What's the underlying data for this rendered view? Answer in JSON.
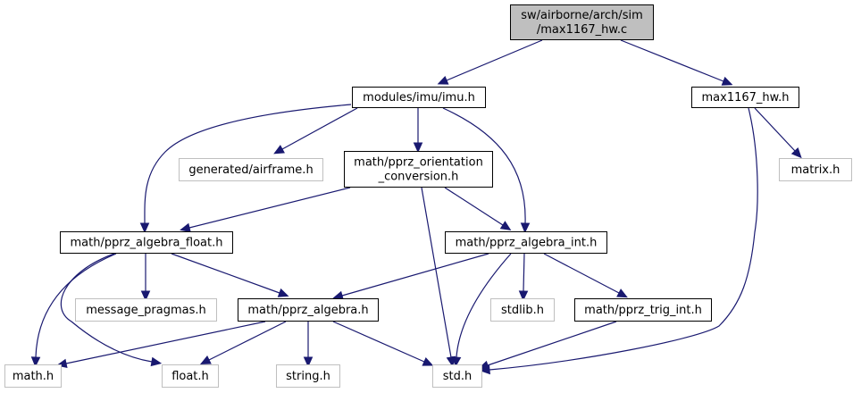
{
  "title": "sw/airborne/arch/sim/max1167_hw.c include dependency graph",
  "colors": {
    "edge": "#191970",
    "root_fill": "#bfbfbf",
    "node_border_documented": "#000000",
    "node_border_external": "#bfbfbf",
    "node_fill": "#ffffff"
  },
  "nodes": [
    {
      "id": "root",
      "lines": [
        "sw/airborne/arch/sim",
        "/max1167_hw.c"
      ],
      "kind": "root"
    },
    {
      "id": "imu",
      "lines": [
        "modules/imu/imu.h"
      ],
      "kind": "documented"
    },
    {
      "id": "max1167_hw_h",
      "lines": [
        "max1167_hw.h"
      ],
      "kind": "documented"
    },
    {
      "id": "airframe",
      "lines": [
        "generated/airframe.h"
      ],
      "kind": "external"
    },
    {
      "id": "orientation",
      "lines": [
        "math/pprz_orientation",
        "_conversion.h"
      ],
      "kind": "documented"
    },
    {
      "id": "matrix",
      "lines": [
        "matrix.h"
      ],
      "kind": "external"
    },
    {
      "id": "alg_float",
      "lines": [
        "math/pprz_algebra_float.h"
      ],
      "kind": "documented"
    },
    {
      "id": "alg_int",
      "lines": [
        "math/pprz_algebra_int.h"
      ],
      "kind": "documented"
    },
    {
      "id": "msg_pragmas",
      "lines": [
        "message_pragmas.h"
      ],
      "kind": "external"
    },
    {
      "id": "algebra",
      "lines": [
        "math/pprz_algebra.h"
      ],
      "kind": "documented"
    },
    {
      "id": "stdlib",
      "lines": [
        "stdlib.h"
      ],
      "kind": "external"
    },
    {
      "id": "trig_int",
      "lines": [
        "math/pprz_trig_int.h"
      ],
      "kind": "documented"
    },
    {
      "id": "math",
      "lines": [
        "math.h"
      ],
      "kind": "external"
    },
    {
      "id": "float",
      "lines": [
        "float.h"
      ],
      "kind": "external"
    },
    {
      "id": "string",
      "lines": [
        "string.h"
      ],
      "kind": "external"
    },
    {
      "id": "std",
      "lines": [
        "std.h"
      ],
      "kind": "external"
    }
  ],
  "edges": [
    {
      "from": "root",
      "to": "imu"
    },
    {
      "from": "root",
      "to": "max1167_hw_h"
    },
    {
      "from": "imu",
      "to": "alg_float"
    },
    {
      "from": "imu",
      "to": "airframe"
    },
    {
      "from": "imu",
      "to": "orientation"
    },
    {
      "from": "imu",
      "to": "alg_int"
    },
    {
      "from": "max1167_hw_h",
      "to": "matrix"
    },
    {
      "from": "max1167_hw_h",
      "to": "std"
    },
    {
      "from": "orientation",
      "to": "alg_float"
    },
    {
      "from": "orientation",
      "to": "alg_int"
    },
    {
      "from": "orientation",
      "to": "std"
    },
    {
      "from": "alg_float",
      "to": "math"
    },
    {
      "from": "alg_float",
      "to": "float"
    },
    {
      "from": "alg_float",
      "to": "msg_pragmas"
    },
    {
      "from": "alg_float",
      "to": "algebra"
    },
    {
      "from": "alg_int",
      "to": "algebra"
    },
    {
      "from": "alg_int",
      "to": "std"
    },
    {
      "from": "alg_int",
      "to": "stdlib"
    },
    {
      "from": "alg_int",
      "to": "trig_int"
    },
    {
      "from": "algebra",
      "to": "math"
    },
    {
      "from": "algebra",
      "to": "float"
    },
    {
      "from": "algebra",
      "to": "string"
    },
    {
      "from": "algebra",
      "to": "std"
    },
    {
      "from": "trig_int",
      "to": "std"
    }
  ]
}
